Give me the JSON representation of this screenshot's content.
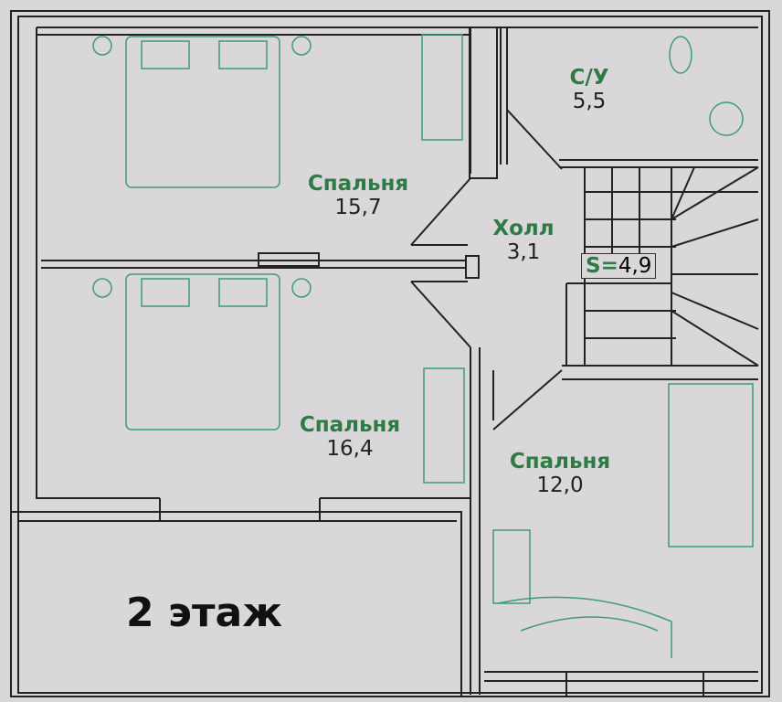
{
  "plan": {
    "floor_title": "2 этаж",
    "colors": {
      "accent": "#2f7a45",
      "walls": "#222222",
      "background": "#d9d7da"
    },
    "rooms": [
      {
        "name": "С/У",
        "area": "5,5"
      },
      {
        "name": "Спальня",
        "area": "15,7"
      },
      {
        "name": "Холл",
        "area": "3,1"
      },
      {
        "name": "Спальня",
        "area": "16,4"
      },
      {
        "name": "Спальня",
        "area": "12,0"
      }
    ],
    "stairs": {
      "prefix": "S=",
      "area": "4,9"
    }
  }
}
